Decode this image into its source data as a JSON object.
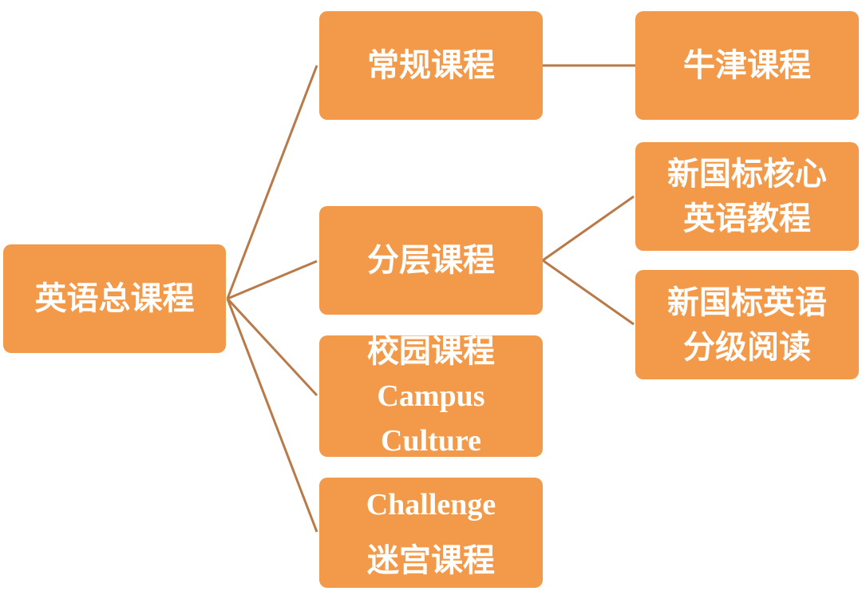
{
  "root": {
    "label": "英语总课程"
  },
  "level1": [
    {
      "lines": [
        "常规课程"
      ]
    },
    {
      "lines": [
        "分层课程"
      ]
    },
    {
      "lines": [
        "校园课程",
        "Campus",
        "Culture"
      ]
    },
    {
      "lines": [
        "Challenge",
        "迷宫课程"
      ]
    }
  ],
  "level2": [
    {
      "lines": [
        "牛津课程"
      ]
    },
    {
      "lines": [
        "新国标核心",
        "英语教程"
      ]
    },
    {
      "lines": [
        "新国标英语",
        "分级阅读"
      ]
    }
  ],
  "colors": {
    "node": "#F39A4A",
    "link": "#B87A48",
    "text": "#FFFFFF"
  }
}
